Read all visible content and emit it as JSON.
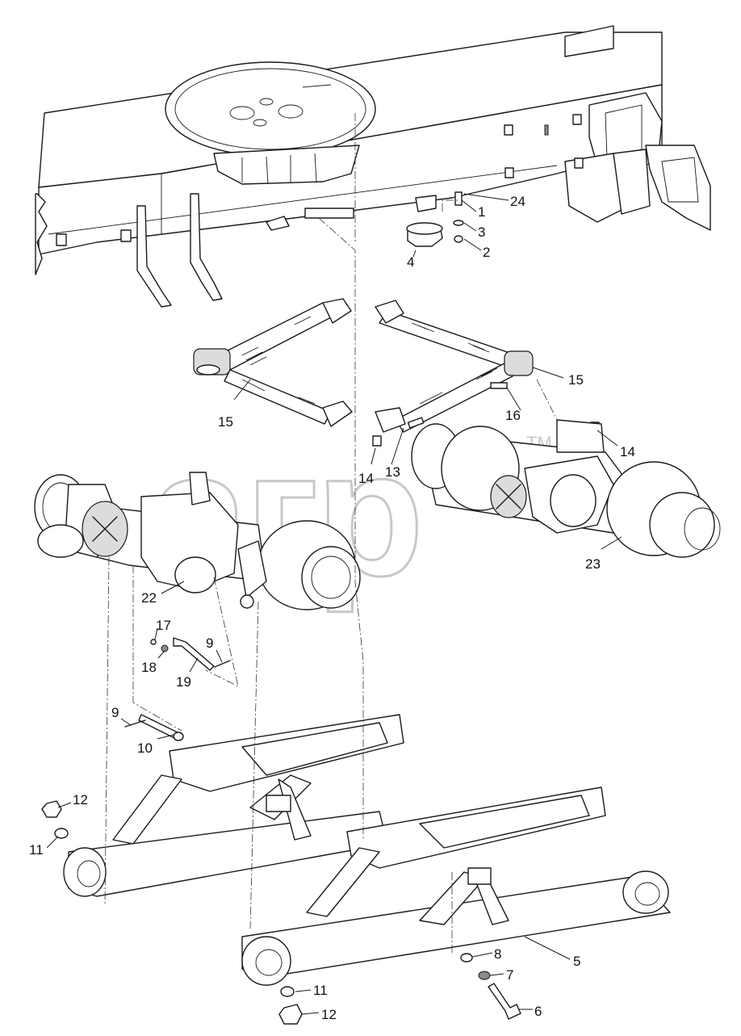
{
  "diagram": {
    "watermark": {
      "text": "агр",
      "trademark": "TM"
    },
    "callouts": [
      {
        "id": "c1",
        "label": "1"
      },
      {
        "id": "c2",
        "label": "2"
      },
      {
        "id": "c3",
        "label": "3"
      },
      {
        "id": "c4",
        "label": "4"
      },
      {
        "id": "c5",
        "label": "5"
      },
      {
        "id": "c6",
        "label": "6"
      },
      {
        "id": "c7",
        "label": "7"
      },
      {
        "id": "c8",
        "label": "8"
      },
      {
        "id": "c9a",
        "label": "9"
      },
      {
        "id": "c9b",
        "label": "9"
      },
      {
        "id": "c10",
        "label": "10"
      },
      {
        "id": "c11a",
        "label": "11"
      },
      {
        "id": "c11b",
        "label": "11"
      },
      {
        "id": "c12a",
        "label": "12"
      },
      {
        "id": "c12b",
        "label": "12"
      },
      {
        "id": "c13",
        "label": "13"
      },
      {
        "id": "c14a",
        "label": "14"
      },
      {
        "id": "c14b",
        "label": "14"
      },
      {
        "id": "c15a",
        "label": "15"
      },
      {
        "id": "c15b",
        "label": "15"
      },
      {
        "id": "c16",
        "label": "16"
      },
      {
        "id": "c17",
        "label": "17"
      },
      {
        "id": "c18",
        "label": "18"
      },
      {
        "id": "c19",
        "label": "19"
      },
      {
        "id": "c22",
        "label": "22"
      },
      {
        "id": "c23",
        "label": "23"
      },
      {
        "id": "c24",
        "label": "24"
      }
    ]
  }
}
